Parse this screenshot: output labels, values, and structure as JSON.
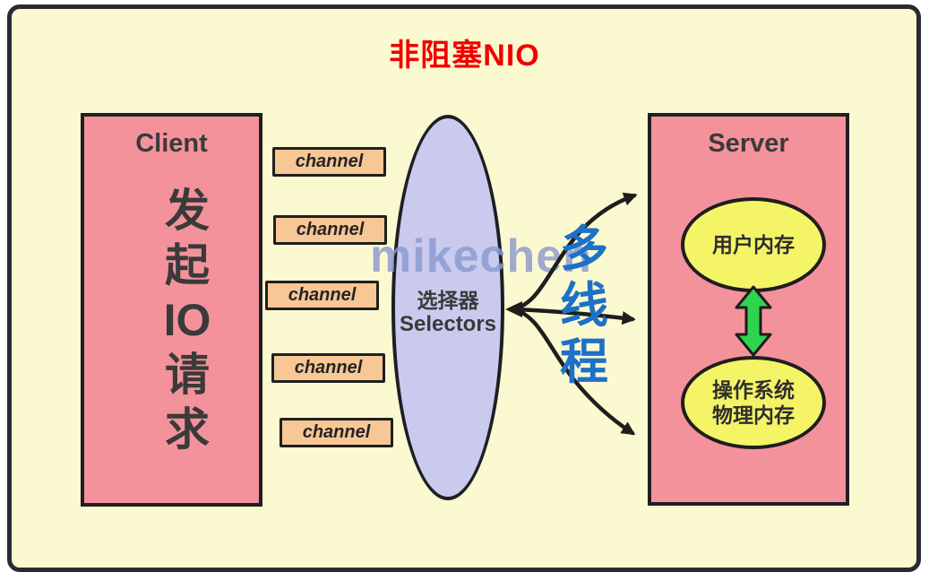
{
  "title": {
    "text": "非阻塞NIO"
  },
  "watermark": {
    "text": "mikechen"
  },
  "client": {
    "title": "Client",
    "request_chars": [
      "发",
      "起",
      "IO",
      "请",
      "求"
    ]
  },
  "channels": {
    "labels": [
      "channel",
      "channel",
      "channel",
      "channel",
      "channel"
    ]
  },
  "selector": {
    "label_zh": "选择器",
    "label_en": "Selectors"
  },
  "multithread": {
    "chars": [
      "多",
      "线",
      "程"
    ]
  },
  "server": {
    "title": "Server",
    "user_memory": "用户内存",
    "os_memory": [
      "操作系统",
      "物理内存"
    ]
  },
  "colors": {
    "background": "#FBF9D0",
    "frame_border": "#2A2A33",
    "box_pink": "#F4929C",
    "channel_peach": "#F7C795",
    "selector_lavender": "#C9CAEE",
    "memory_yellow": "#F5F467",
    "arrow_green": "#2FD34F",
    "title_red": "#F10000",
    "thread_blue": "#1D71C8",
    "watermark_blue": "#8A98CD",
    "text_dark": "#3A3A3A",
    "line_black": "#1E1E1E"
  }
}
